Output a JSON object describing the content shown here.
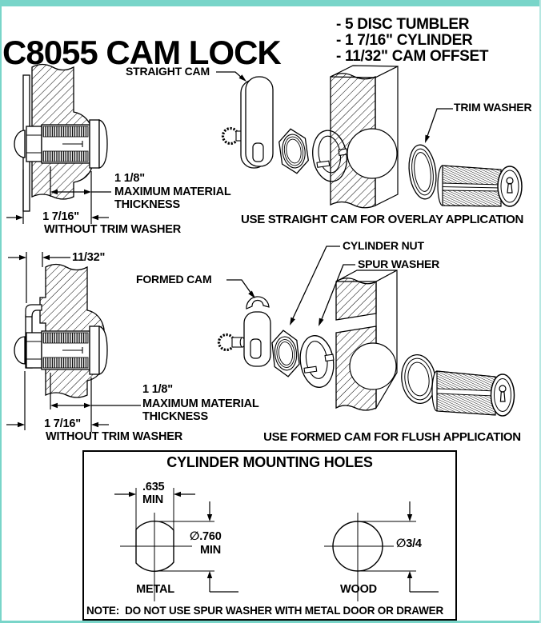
{
  "title": "C8055 CAM LOCK",
  "features": [
    "- 5 DISC TUMBLER",
    "- 1 7/16\" CYLINDER",
    "- 11/32\" CAM OFFSET"
  ],
  "sections": {
    "overlay": {
      "cam_label": "STRAIGHT CAM",
      "trim_washer_label": "TRIM WASHER",
      "thickness_value": "1 1/8\"",
      "thickness_caption": "MAXIMUM MATERIAL THICKNESS",
      "length_value": "1 7/16\"",
      "length_caption": "WITHOUT TRIM WASHER",
      "caption": "USE STRAIGHT CAM FOR OVERLAY APPLICATION"
    },
    "flush": {
      "offset_value": "11/32\"",
      "cam_label": "FORMED CAM",
      "cylinder_nut_label": "CYLINDER NUT",
      "spur_washer_label": "SPUR WASHER",
      "thickness_value": "1 1/8\"",
      "thickness_caption": "MAXIMUM MATERIAL THICKNESS",
      "length_value": "1 7/16\"",
      "length_caption": "WITHOUT TRIM WASHER",
      "caption": "USE FORMED CAM FOR FLUSH APPLICATION"
    }
  },
  "mounting_box": {
    "title": "CYLINDER MOUNTING HOLES",
    "metal": {
      "width_value": ".635",
      "width_qualifier": "MIN",
      "dia_value": "∅.760",
      "dia_qualifier": "MIN",
      "label": "METAL"
    },
    "wood": {
      "dia_value": "∅3/4",
      "label": "WOOD"
    },
    "note": "NOTE:  DO NOT USE SPUR WASHER WITH METAL DOOR OR DRAWER"
  },
  "colors": {
    "accent_teal": "#79d5c9",
    "accent_teal_light": "#b5e7e1",
    "line_color": "#000000",
    "background": "#ffffff"
  }
}
